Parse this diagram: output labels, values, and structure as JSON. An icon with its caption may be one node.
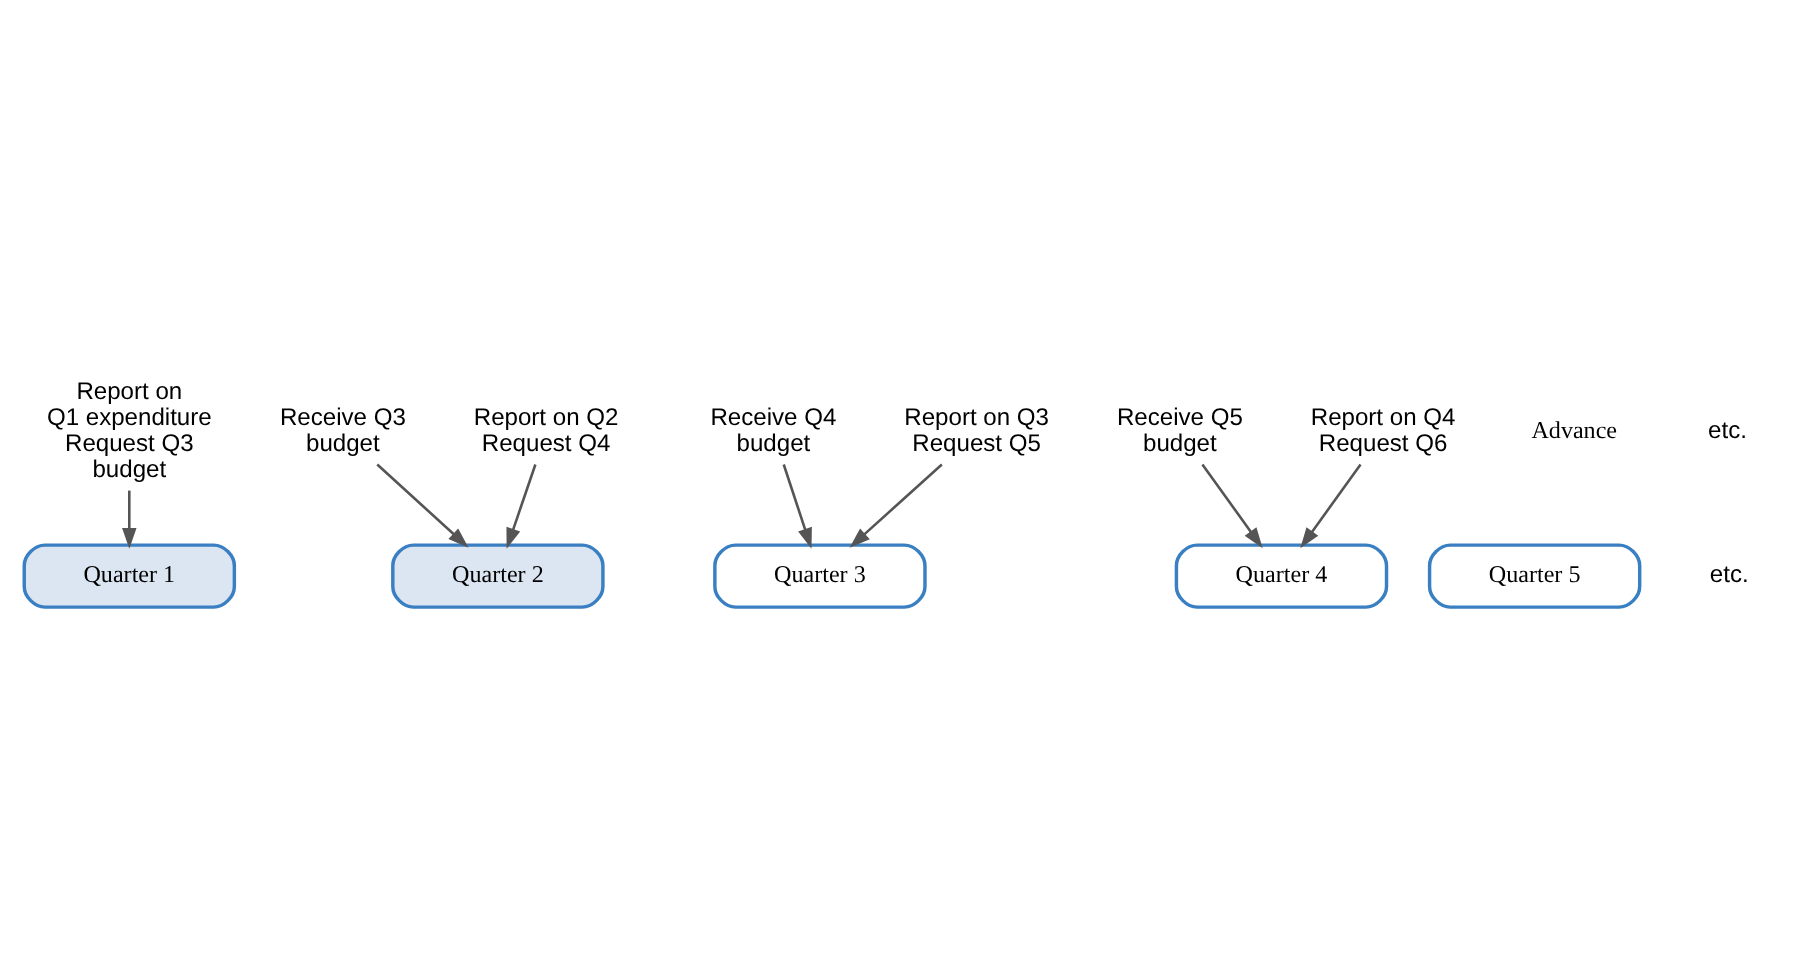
{
  "diagram": {
    "nodes": [
      {
        "text": [
          "Quarter 1"
        ]
      },
      {
        "text": [
          "Quarter 2"
        ]
      },
      {
        "text": [
          "Quarter 3"
        ]
      },
      {
        "text": [
          "Quarter 4"
        ]
      },
      {
        "text": [
          "Quarter 5"
        ]
      },
      {
        "text": [
          "Receive Q3 budget"
        ]
      },
      {
        "text": [
          "Receive Q4 budget"
        ]
      },
      {
        "text": [
          "Receive Q5 budget"
        ]
      },
      {
        "text": [
          "Report on Q1 expenditure Request Q3 budget"
        ]
      },
      {
        "text": [
          "Report on Q2 Request Q4"
        ]
      },
      {
        "text": [
          "Report on Q3 Request Q5"
        ]
      },
      {
        "text": [
          "Report on Q4 Request Q6"
        ]
      }
    ],
    "edges": [
      {
        "from": 5,
        "to": 1,
        "arrow": "to"
      },
      {
        "from": 6,
        "to": 2,
        "arrow": "to"
      },
      {
        "from": 7,
        "to": 3,
        "arrow": "to"
      },
      {
        "from": 8,
        "to": 0,
        "arrow": "to"
      },
      {
        "from": 9,
        "to": 1,
        "arrow": "to"
      },
      {
        "from": 10,
        "to": 2,
        "arrow": "to"
      },
      {
        "from": 11,
        "to": 3,
        "arrow": "to"
      }
    ],
    "labels": [
      "Advance",
      "etc.",
      "etc."
    ]
  }
}
